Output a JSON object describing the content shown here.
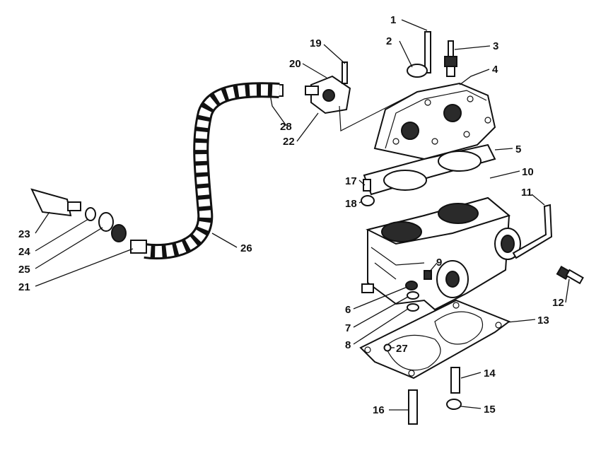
{
  "callouts": [
    {
      "n": "1"
    },
    {
      "n": "2"
    },
    {
      "n": "3"
    },
    {
      "n": "4"
    },
    {
      "n": "5"
    },
    {
      "n": "6"
    },
    {
      "n": "7"
    },
    {
      "n": "8"
    },
    {
      "n": "9"
    },
    {
      "n": "10"
    },
    {
      "n": "11"
    },
    {
      "n": "12"
    },
    {
      "n": "13"
    },
    {
      "n": "14"
    },
    {
      "n": "15"
    },
    {
      "n": "16"
    },
    {
      "n": "17"
    },
    {
      "n": "18"
    },
    {
      "n": "19"
    },
    {
      "n": "20"
    },
    {
      "n": "21"
    },
    {
      "n": "22"
    },
    {
      "n": "23"
    },
    {
      "n": "24"
    },
    {
      "n": "25"
    },
    {
      "n": "26"
    },
    {
      "n": "27"
    },
    {
      "n": "28"
    }
  ]
}
